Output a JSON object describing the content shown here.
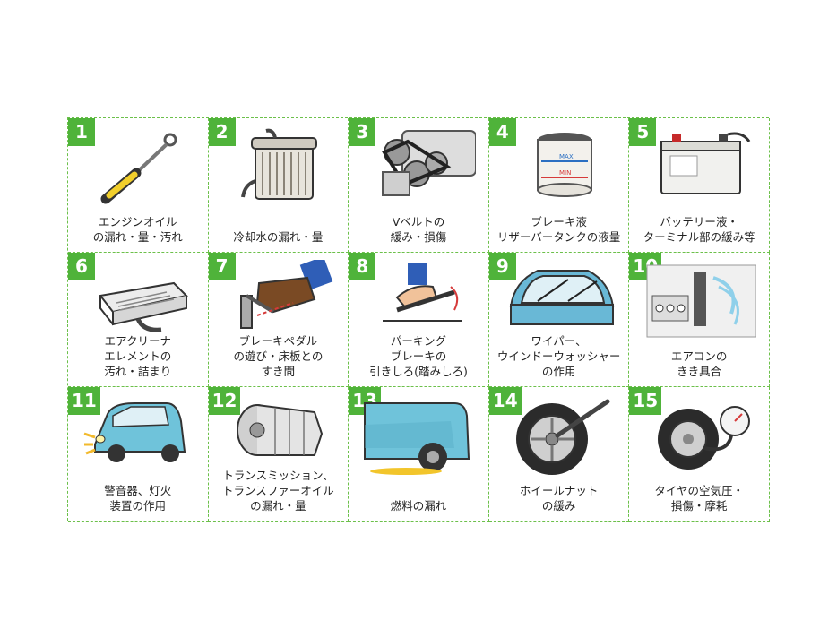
{
  "items": [
    {
      "number": "1",
      "label": "エンジンオイル\nの漏れ・量・汚れ",
      "icon": "oil-dipstick-icon"
    },
    {
      "number": "2",
      "label": "冷却水の漏れ・量",
      "icon": "radiator-icon"
    },
    {
      "number": "3",
      "label": "Vベルトの\n緩み・損傷",
      "icon": "v-belt-icon"
    },
    {
      "number": "4",
      "label": "ブレーキ液\nリザーバータンクの液量",
      "icon": "brake-fluid-reservoir-icon",
      "max_text": "MAX",
      "min_text": "MIN"
    },
    {
      "number": "5",
      "label": "バッテリー液・\nターミナル部の緩み等",
      "icon": "battery-icon"
    },
    {
      "number": "6",
      "label": "エアクリーナ\nエレメントの\n汚れ・詰まり",
      "icon": "air-cleaner-icon"
    },
    {
      "number": "7",
      "label": "ブレーキペダル\nの遊び・床板との\nすき間",
      "icon": "brake-pedal-icon"
    },
    {
      "number": "8",
      "label": "パーキング\nブレーキの\n引きしろ(踏みしろ)",
      "icon": "parking-brake-icon"
    },
    {
      "number": "9",
      "label": "ワイパー、\nウインドーウォッシャー\nの作用",
      "icon": "wiper-icon"
    },
    {
      "number": "10",
      "label": "エアコンの\nきき具合",
      "icon": "air-conditioner-icon"
    },
    {
      "number": "11",
      "label": "警音器、灯火\n装置の作用",
      "icon": "car-lights-icon"
    },
    {
      "number": "12",
      "label": "トランスミッション、\nトランスファーオイル\nの漏れ・量",
      "icon": "transmission-icon"
    },
    {
      "number": "13",
      "label": "燃料の漏れ",
      "icon": "fuel-leak-icon"
    },
    {
      "number": "14",
      "label": "ホイールナット\nの緩み",
      "icon": "wheel-nut-icon"
    },
    {
      "number": "15",
      "label": "タイヤの空気圧・\n損傷・摩耗",
      "icon": "tire-pressure-icon"
    }
  ],
  "colors": {
    "accent": "#4fb33a",
    "border": "#6cc04a"
  }
}
